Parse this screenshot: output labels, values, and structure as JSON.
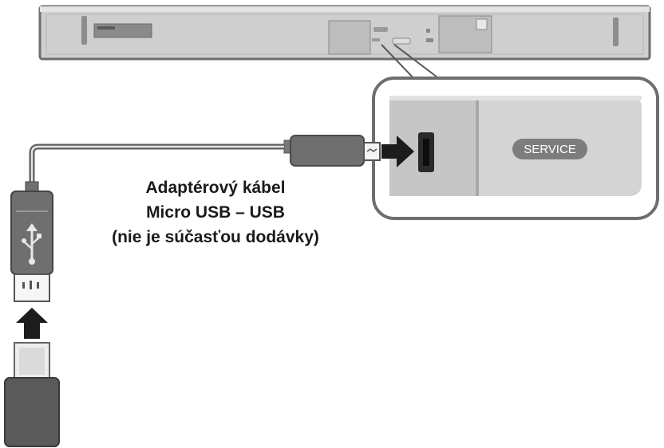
{
  "caption": {
    "line1": "Adaptérový kábel",
    "line2": "Micro USB – USB",
    "line3": "(nie je súčasťou dodávky)"
  },
  "port_label": "SERVICE",
  "colors": {
    "soundbar_body": "#c8c8c8",
    "soundbar_outline": "#6e6e6e",
    "arrow": "#1c1c1c",
    "device_fill": "#5a5a5a",
    "panel_fill": "#d2d2d2"
  },
  "icons": {
    "usb_symbol": "usb-icon",
    "insert_arrow_right": "arrow-right-icon",
    "insert_arrow_up": "arrow-up-icon"
  }
}
